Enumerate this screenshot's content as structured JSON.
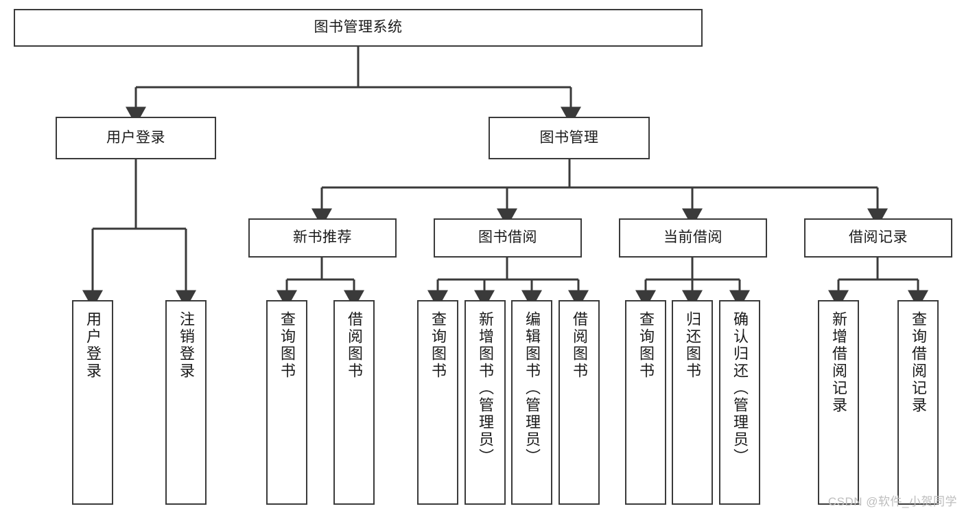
{
  "diagram": {
    "title": "图书管理系统",
    "type": "tree-hierarchy-diagram",
    "watermark": "CSDN @软件_小贺同学",
    "colors": {
      "node_border": "#3a3a3a",
      "node_fill": "#ffffff",
      "edge": "#3a3a3a",
      "text": "#1a1a1a",
      "watermark": "#bdbdbd",
      "background": "#ffffff"
    }
  },
  "nodes": {
    "root": {
      "label": "图书管理系统"
    },
    "level2": [
      {
        "id": "user-login",
        "label": "用户登录"
      },
      {
        "id": "book-management",
        "label": "图书管理"
      }
    ],
    "level3": [
      {
        "id": "new-book-recommend",
        "label": "新书推荐"
      },
      {
        "id": "book-borrow",
        "label": "图书借阅"
      },
      {
        "id": "current-borrow",
        "label": "当前借阅"
      },
      {
        "id": "borrow-record",
        "label": "借阅记录"
      }
    ],
    "leaves": {
      "user_login": [
        {
          "id": "leaf-user-login",
          "label": "用户登录"
        },
        {
          "id": "leaf-logout-login",
          "label": "注销登录"
        }
      ],
      "new_book_recommend": [
        {
          "id": "leaf-query-book-1",
          "label": "查询图书"
        },
        {
          "id": "leaf-borrow-book-1",
          "label": "借阅图书"
        }
      ],
      "book_borrow": [
        {
          "id": "leaf-query-book-2",
          "label": "查询图书"
        },
        {
          "id": "leaf-add-book-admin",
          "label": "新增图书（管理员）"
        },
        {
          "id": "leaf-edit-book-admin",
          "label": "编辑图书（管理员）"
        },
        {
          "id": "leaf-borrow-book-2",
          "label": "借阅图书"
        }
      ],
      "current_borrow": [
        {
          "id": "leaf-query-book-3",
          "label": "查询图书"
        },
        {
          "id": "leaf-return-book",
          "label": "归还图书"
        },
        {
          "id": "leaf-confirm-return-admin",
          "label": "确认归还（管理员）"
        }
      ],
      "borrow_record": [
        {
          "id": "leaf-add-borrow-record",
          "label": "新增借阅记录"
        },
        {
          "id": "leaf-query-borrow-record",
          "label": "查询借阅记录"
        }
      ]
    }
  }
}
